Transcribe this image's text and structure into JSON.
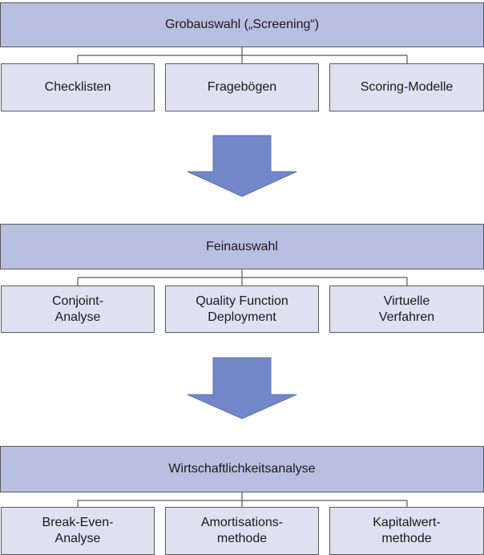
{
  "colors": {
    "main_box_fill": "#b9bfe0",
    "sub_box_fill": "#dde1f1",
    "border": "#5a5a5a",
    "arrow_fill": "#7387c8"
  },
  "stages": [
    {
      "title": "Grobauswahl („Screening“)",
      "methods": [
        "Checklisten",
        "Fragebögen",
        "Scoring-Modelle"
      ]
    },
    {
      "title": "Feinauswahl",
      "methods": [
        "Conjoint-\nAnalyse",
        "Quality Function\nDeployment",
        "Virtuelle\nVerfahren"
      ]
    },
    {
      "title": "Wirtschaftlichkeitsanalyse",
      "methods": [
        "Break-Even-\nAnalyse",
        "Amortisations-\nmethode",
        "Kapitalwert-\nmethode"
      ]
    }
  ]
}
